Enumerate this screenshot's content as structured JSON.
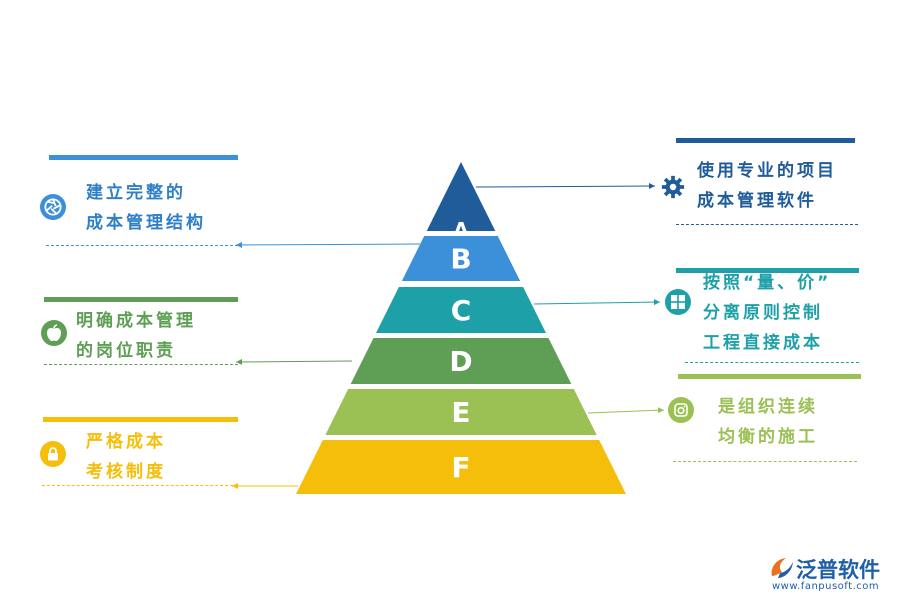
{
  "pyramid": {
    "levels": [
      {
        "letter": "A",
        "color": "#1F5C99"
      },
      {
        "letter": "B",
        "color": "#3C8FD9"
      },
      {
        "letter": "C",
        "color": "#1EA0A8"
      },
      {
        "letter": "D",
        "color": "#5F9E55"
      },
      {
        "letter": "E",
        "color": "#9BC054"
      },
      {
        "letter": "F",
        "color": "#F5BE0A"
      }
    ]
  },
  "left_items": [
    {
      "lines": [
        "建立完整的",
        "成本管理结构"
      ],
      "color": "#3C8FD9",
      "icon": "aperture-icon"
    },
    {
      "lines": [
        "明确成本管理",
        "的岗位职责"
      ],
      "color": "#5F9E55",
      "icon": "apple-icon"
    },
    {
      "lines": [
        "严格成本",
        "考核制度"
      ],
      "color": "#F5BE0A",
      "icon": "lock-icon"
    }
  ],
  "right_items": [
    {
      "lines": [
        "使用专业的项目",
        "成本管理软件"
      ],
      "color": "#1F5C99",
      "icon": "gear-icon"
    },
    {
      "lines": [
        "按照“量、价”",
        "分离原则控制",
        "工程直接成本"
      ],
      "color": "#1EA0A8",
      "icon": "windows-icon"
    },
    {
      "lines": [
        "是组织连续",
        "均衡的施工"
      ],
      "color": "#9BC054",
      "icon": "instagram-icon"
    }
  ],
  "logo": {
    "name": "泛普软件",
    "url": "www.fanpusoft.com",
    "color": "#1f5fa8"
  }
}
